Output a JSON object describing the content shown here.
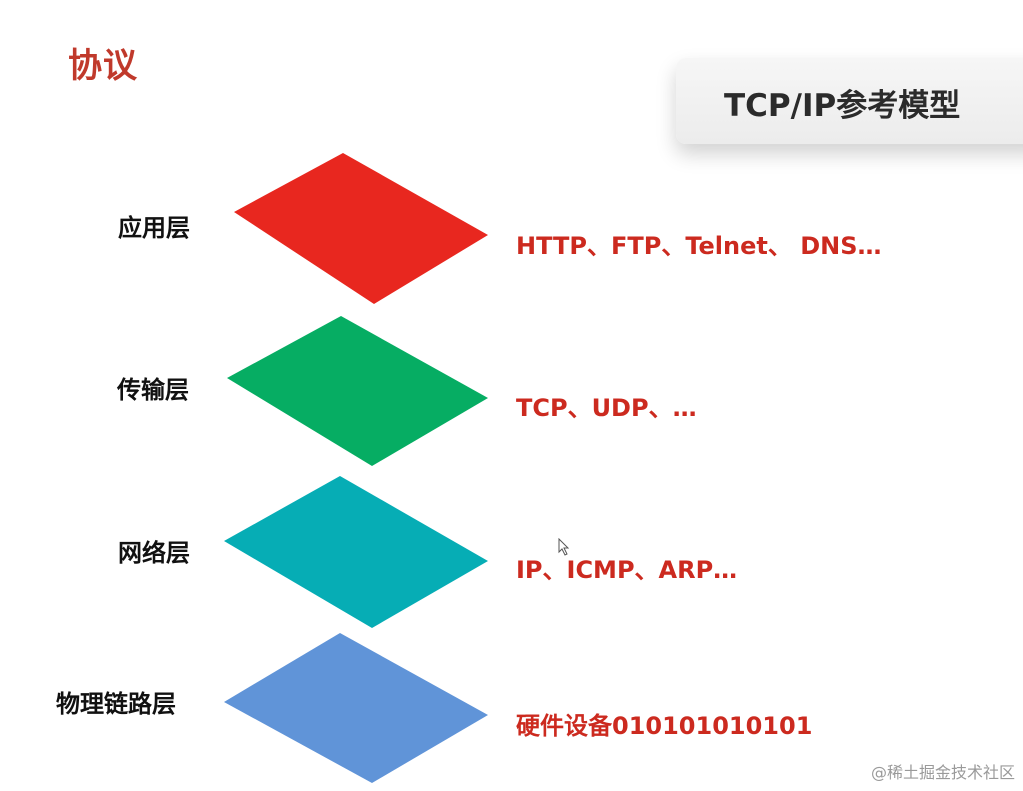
{
  "header": {
    "title": "协议",
    "card_title": "TCP/IP参考模型"
  },
  "layers": [
    {
      "label": "应用层",
      "protocols": "HTTP、FTP、Telnet、 DNS…",
      "color": "#e8271f"
    },
    {
      "label": "传输层",
      "protocols": "TCP、UDP、…",
      "color": "#06ad63"
    },
    {
      "label": "网络层",
      "protocols": "IP、ICMP、ARP…",
      "color": "#06adb5"
    },
    {
      "label": "物理链路层",
      "protocols": "硬件设备010101010101",
      "color": "#6094d8"
    }
  ],
  "watermark": "@稀土掘金技术社区"
}
